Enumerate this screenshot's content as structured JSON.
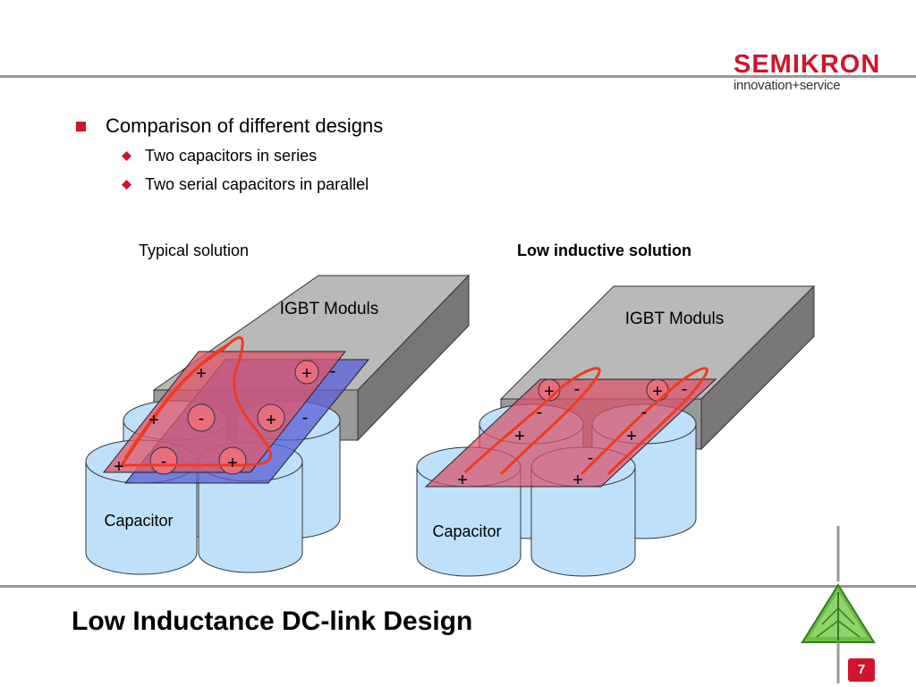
{
  "brand": {
    "name": "SEMIKRON",
    "tagline": "innovation+service",
    "accent": "#d0142c"
  },
  "bullets": {
    "level1": "Comparison of different designs",
    "level2": [
      "Two capacitors in series",
      "Two serial capacitors in parallel"
    ]
  },
  "left": {
    "heading": "Typical solution",
    "module_label": "IGBT Moduls",
    "capacitor_label": "Capacitor",
    "signs": {
      "plus": "+",
      "minus": "-"
    }
  },
  "right": {
    "heading": "Low inductive solution",
    "module_label": "IGBT Moduls",
    "capacitor_label": "Capacitor",
    "signs": {
      "plus": "+",
      "minus": "-"
    }
  },
  "footer": {
    "title": "Low Inductance DC-link Design",
    "page": "7"
  },
  "colors": {
    "module_top": "#b9b9b9",
    "module_side": "#7c7c7c",
    "capacitor": "#bfe0fb",
    "busbar_plus": "#e0556a",
    "busbar_minus": "#5a5fd6",
    "current_path": "#f03a1e"
  }
}
